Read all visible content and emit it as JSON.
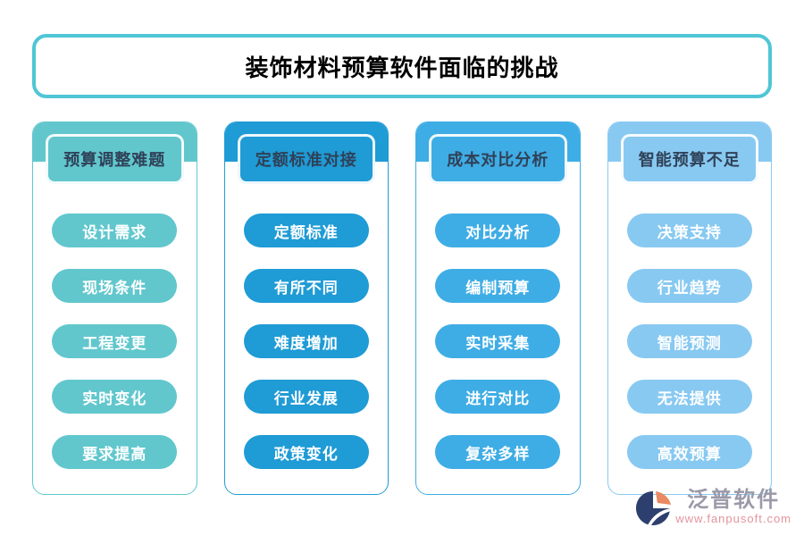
{
  "title": "装饰材料预算软件面临的挑战",
  "columns": [
    {
      "header": "预算调整难题",
      "color": "#61c7cd",
      "items": [
        "设计需求",
        "现场条件",
        "工程变更",
        "实时变化",
        "要求提高"
      ]
    },
    {
      "header": "定额标准对接",
      "color": "#1f9bd5",
      "items": [
        "定额标准",
        "有所不同",
        "难度增加",
        "行业发展",
        "政策变化"
      ]
    },
    {
      "header": "成本对比分析",
      "color": "#3fade5",
      "items": [
        "对比分析",
        "编制预算",
        "实时采集",
        "进行对比",
        "复杂多样"
      ]
    },
    {
      "header": "智能预算不足",
      "color": "#88c9f1",
      "items": [
        "决策支持",
        "行业趋势",
        "智能预测",
        "无法提供",
        "高效预算"
      ]
    }
  ],
  "watermark": {
    "brand": "泛普软件",
    "url": "www.fanpusoft.com",
    "logo_navy": "#2d3f6e",
    "logo_orange": "#e98a61"
  },
  "colors": {
    "title_border": "#4fc6d5",
    "header_text": "#2f4158",
    "pill_text": "#ffffff"
  }
}
